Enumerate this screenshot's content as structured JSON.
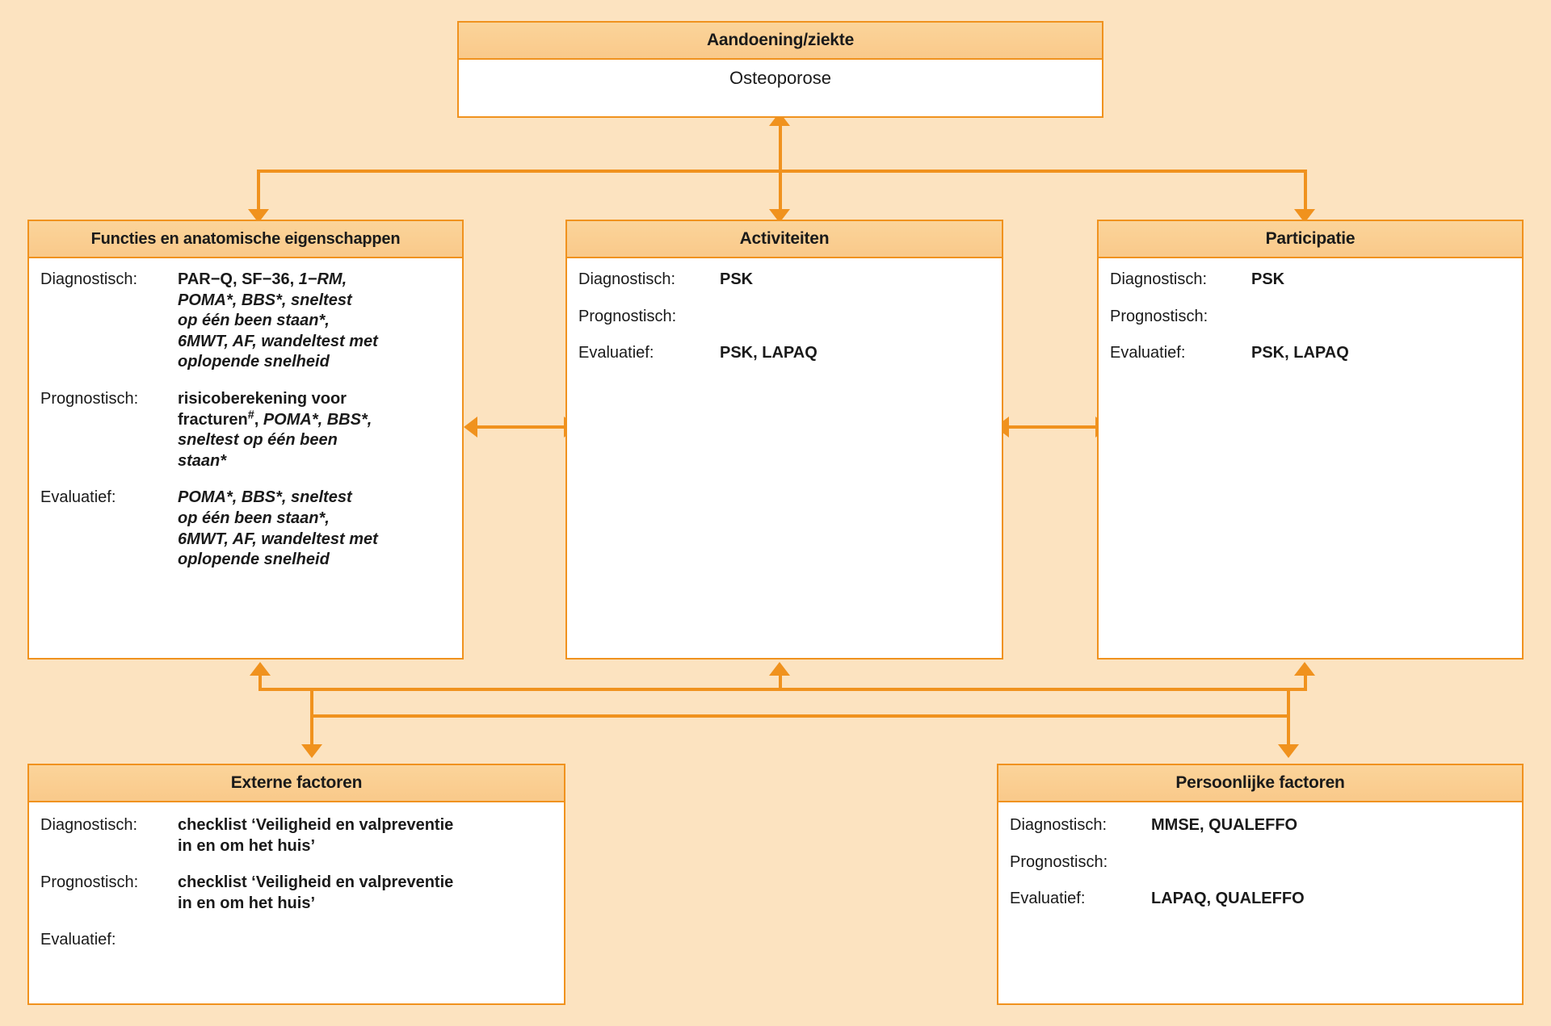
{
  "diagram": {
    "title": "ICF-schema Osteoporose",
    "accent_color": "#f0921e",
    "header_color": "#f9c98a",
    "background_color": "#fce3c0"
  },
  "condition": {
    "header": "Aandoening/ziekte",
    "value": "Osteoporose"
  },
  "functions": {
    "header": "Functies en anatomische eigenschappen",
    "rows": [
      {
        "label": "Diagnostisch:",
        "value_html": "PAR−Q, SF−36, <i>1−RM,<br>POMA*, BBS*, sneltest<br>op één been staan*,<br>6MWT, AF, wandeltest met<br>oplopende snelheid</i>"
      },
      {
        "label": "Prognostisch:",
        "value_html": "risicoberekening voor<br>fracturen<sup>#</sup>, <i>POMA*, BBS*,<br>sneltest op één been<br>staan*</i>"
      },
      {
        "label": "Evaluatief:",
        "value_html": "<i>POMA*, BBS*, sneltest<br>op één been staan*,<br>6MWT, AF, wandeltest met<br>oplopende snelheid</i>"
      }
    ]
  },
  "activities": {
    "header": "Activiteiten",
    "rows": [
      {
        "label": "Diagnostisch:",
        "value_html": "PSK"
      },
      {
        "label": "Prognostisch:",
        "value_html": ""
      },
      {
        "label": "Evaluatief:",
        "value_html": "PSK, LAPAQ"
      }
    ]
  },
  "participation": {
    "header": "Participatie",
    "rows": [
      {
        "label": "Diagnostisch:",
        "value_html": "PSK"
      },
      {
        "label": "Prognostisch:",
        "value_html": ""
      },
      {
        "label": "Evaluatief:",
        "value_html": "PSK, LAPAQ"
      }
    ]
  },
  "external": {
    "header": "Externe factoren",
    "rows": [
      {
        "label": "Diagnostisch:",
        "value_html": "checklist ‘Veiligheid en valpreventie<br>in en om het huis’"
      },
      {
        "label": "Prognostisch:",
        "value_html": "checklist ‘Veiligheid en valpreventie<br>in en om het huis’"
      },
      {
        "label": "Evaluatief:",
        "value_html": ""
      }
    ]
  },
  "personal": {
    "header": "Persoonlijke factoren",
    "rows": [
      {
        "label": "Diagnostisch:",
        "value_html": "MMSE, QUALEFFO"
      },
      {
        "label": "Prognostisch:",
        "value_html": ""
      },
      {
        "label": "Evaluatief:",
        "value_html": "LAPAQ, QUALEFFO"
      }
    ]
  }
}
